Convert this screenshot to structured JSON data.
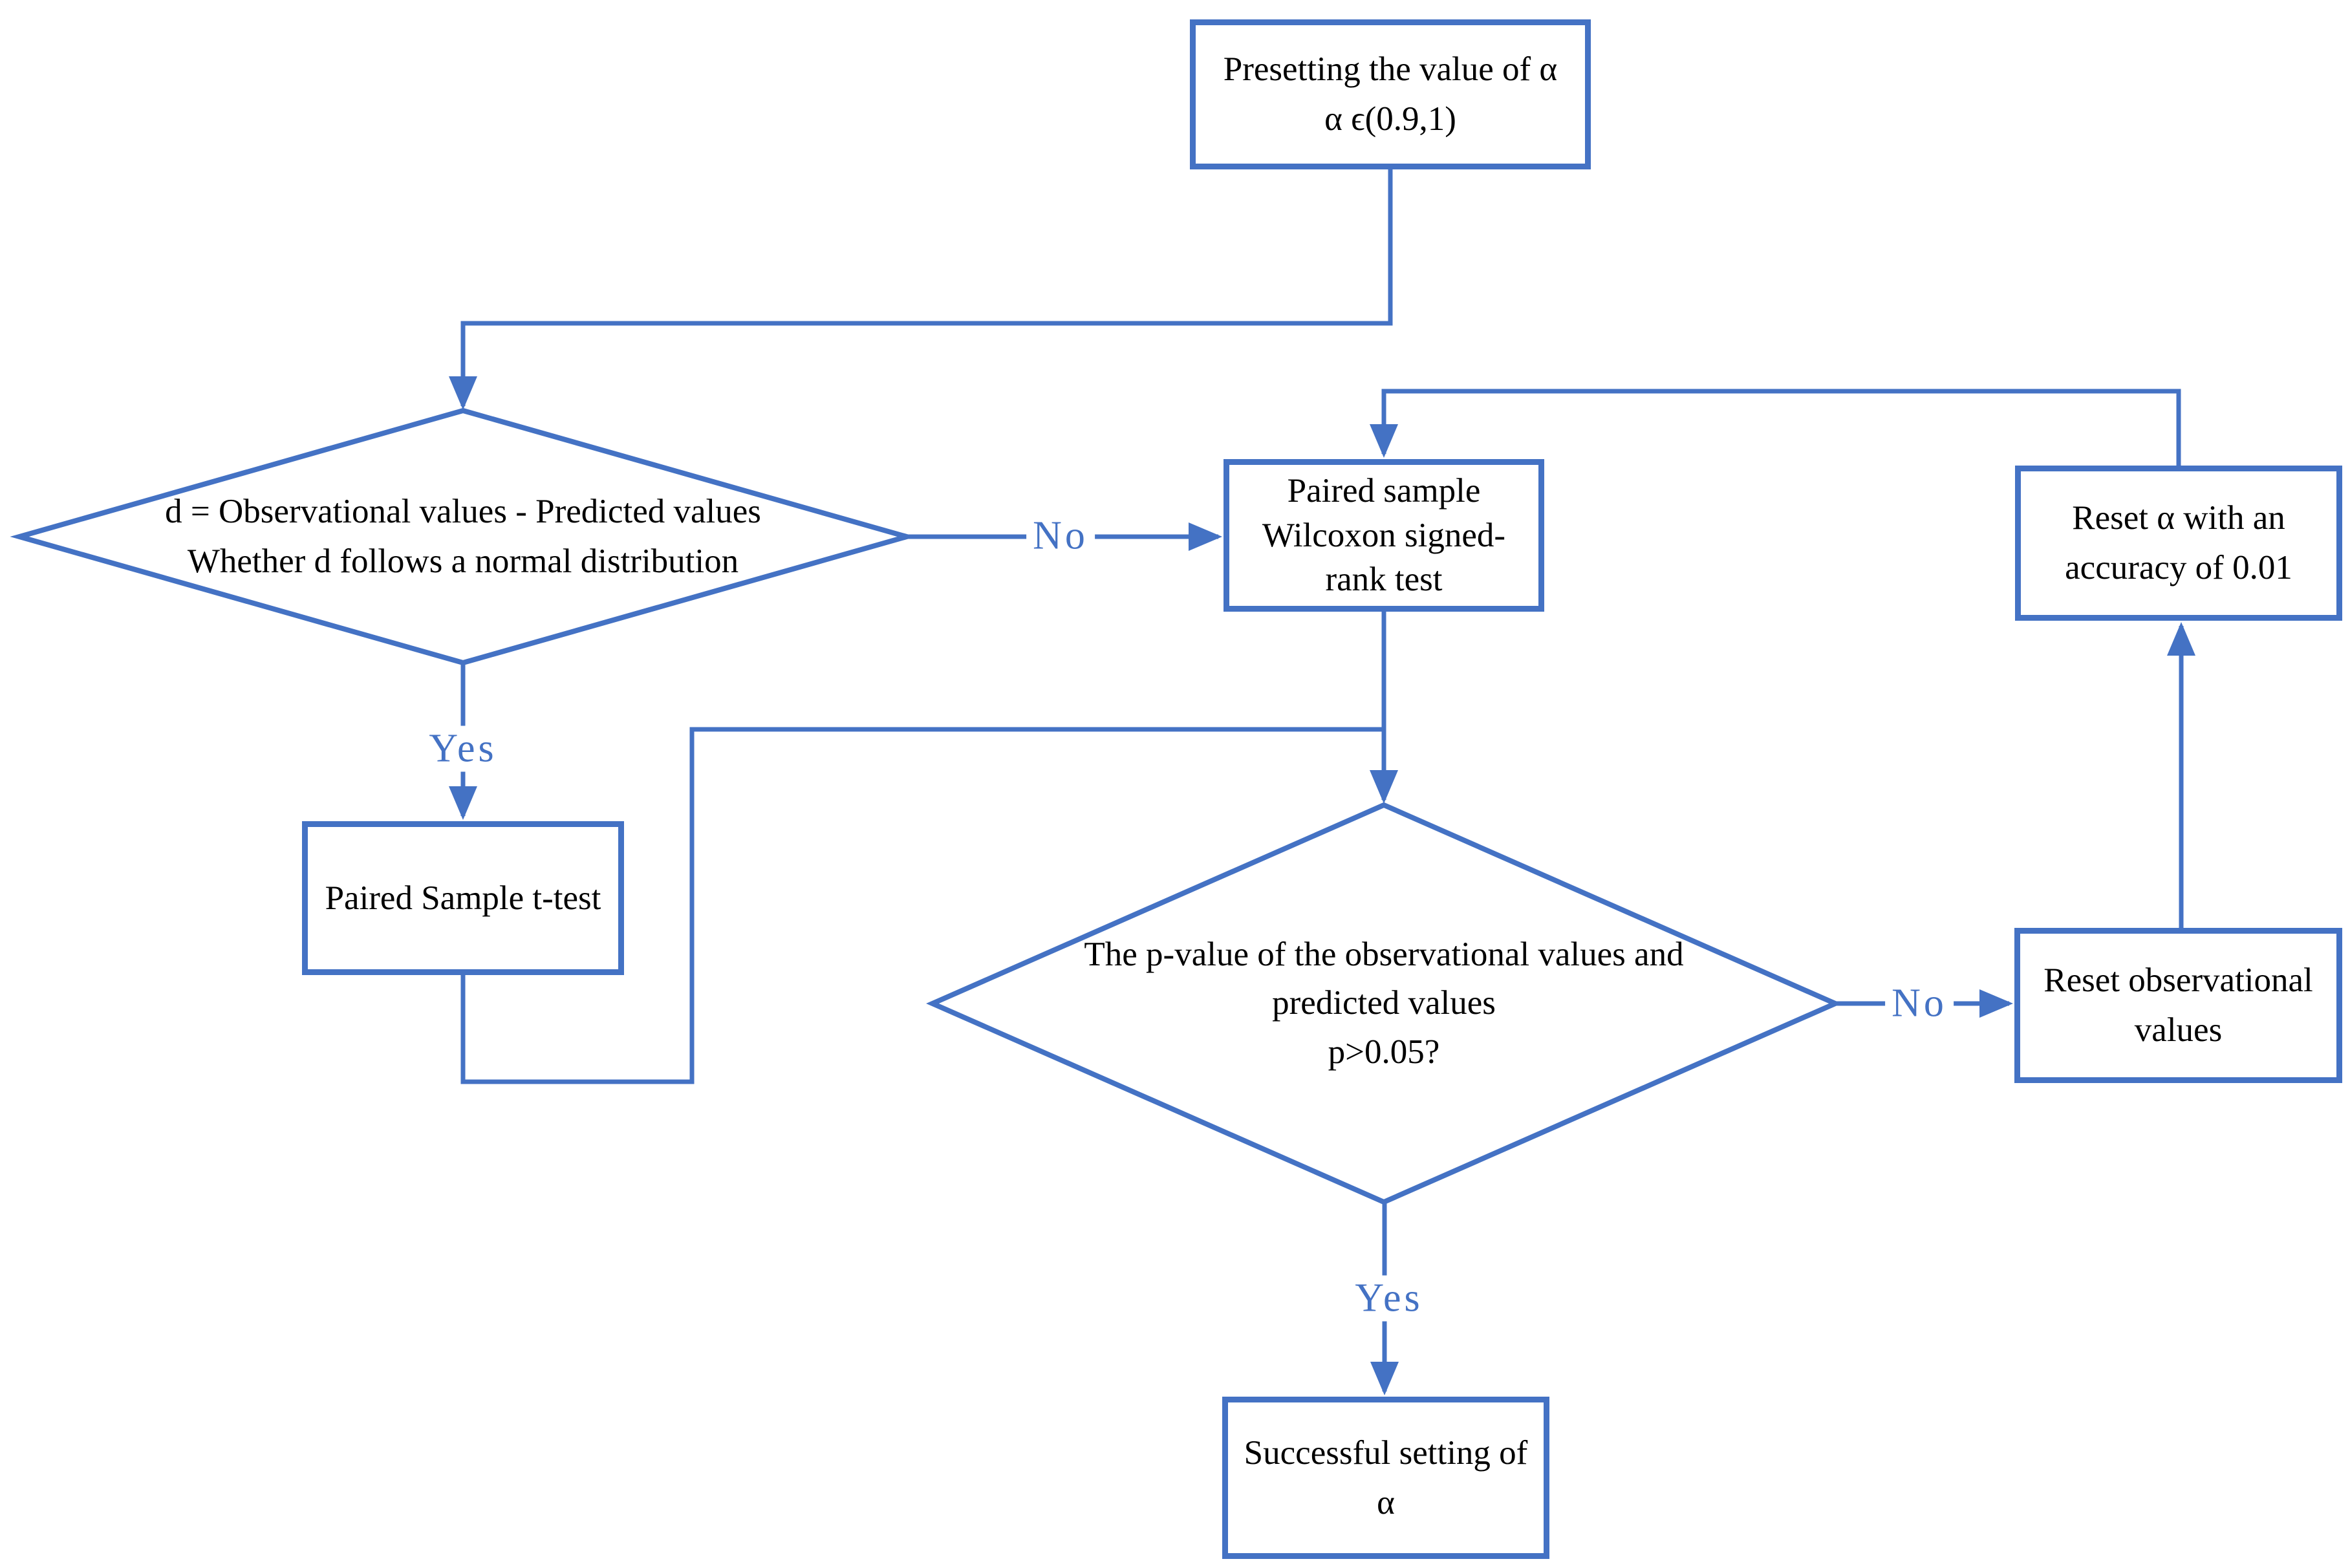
{
  "colors": {
    "accent": "#4472C4",
    "text": "#000000",
    "background": "#FFFFFF"
  },
  "nodes": {
    "preset": {
      "line1": "Presetting the value of  α",
      "line2": "α ϵ(0.9,1)"
    },
    "normality": {
      "line1": "d = Observational values - Predicted values",
      "line2": "Whether d follows a normal distribution"
    },
    "wilcoxon": {
      "line1": "Paired sample",
      "line2": "Wilcoxon signed-",
      "line3": "rank test"
    },
    "reset_alpha": {
      "line1": "Reset  α  with an",
      "line2": "accuracy of 0.01"
    },
    "ttest": {
      "line1": "Paired Sample t-test"
    },
    "pvalue": {
      "line1": "The p-value of the observational values and",
      "line2": "predicted values",
      "line3": "p>0.05?"
    },
    "reset_obs": {
      "line1": "Reset observational",
      "line2": "values"
    },
    "success": {
      "line1": "Successful setting of",
      "line2": "α"
    }
  },
  "labels": {
    "normality_yes": "Yes",
    "normality_no": "No",
    "pvalue_yes": "Yes",
    "pvalue_no": "No"
  }
}
